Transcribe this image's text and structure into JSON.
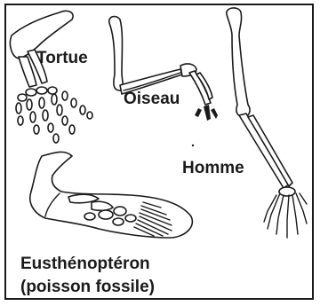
{
  "labels": {
    "tortue": "Tortue",
    "oiseau": "Oiseau",
    "homme": "Homme",
    "fish_line1": "Eusthénoptéron",
    "fish_line2": "(poisson fossile)"
  },
  "colors": {
    "ink": "#1a1a1a",
    "background": "#ffffff"
  }
}
